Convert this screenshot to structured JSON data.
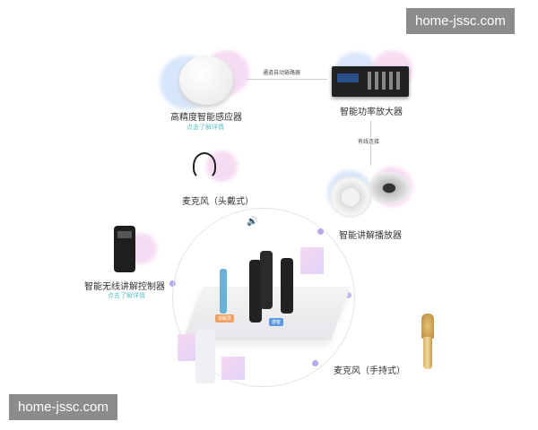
{
  "watermark": "home-jssc.com",
  "nodes": {
    "sensor": {
      "label": "高精度智能感应器",
      "link": "点击了解详情"
    },
    "amplifier": {
      "label": "智能功率放大器"
    },
    "speaker": {
      "label": "智能讲解播放器"
    },
    "headset_mic": {
      "label": "麦克风（头戴式）"
    },
    "controller": {
      "label": "智能无线讲解控制器",
      "link": "点击了解详情"
    },
    "handheld_mic": {
      "label": "麦克风（手持式）"
    }
  },
  "connections": {
    "sensor_amplifier": "通道自动链路器",
    "amplifier_speaker": "有线连接"
  },
  "scene": {
    "guide_tag": "讲解员",
    "visitor_tag": "游客"
  },
  "colors": {
    "guide_tag": "#f0a060",
    "visitor_tag": "#5a9be0",
    "link": "#5bc0c8",
    "accent_dot": "#b9a8f0"
  }
}
